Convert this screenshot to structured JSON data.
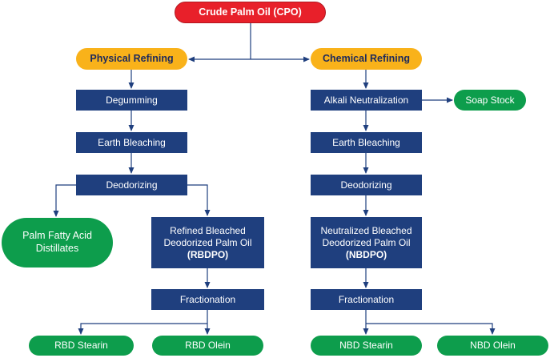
{
  "diagram": {
    "nodes": {
      "crude_palm_oil": "Crude Palm Oil (CPO)",
      "physical_refining": "Physical Refining",
      "chemical_refining": "Chemical Refining",
      "degumming": "Degumming",
      "physical_earth_bleaching": "Earth Bleaching",
      "physical_deodorizing": "Deodorizing",
      "palm_fatty_acid_distillates": {
        "line1": "Palm Fatty Acid",
        "line2": "Distillates"
      },
      "rbdpo": {
        "line1": "Refined Bleached",
        "line2": "Deodorized Palm Oil",
        "line3": "(RBDPO)"
      },
      "physical_fractionation": "Fractionation",
      "rbd_stearin": "RBD Stearin",
      "rbd_olein": "RBD Olein",
      "alkali_neutralization": "Alkali Neutralization",
      "soap_stock": "Soap Stock",
      "chemical_earth_bleaching": "Earth Bleaching",
      "chemical_deodorizing": "Deodorizing",
      "nbdpo": {
        "line1": "Neutralized Bleached",
        "line2": "Deodorized Palm Oil",
        "line3": "(NBDPO)"
      },
      "chemical_fractionation": "Fractionation",
      "nbd_stearin": "NBD Stearin",
      "nbd_olein": "NBD Olein"
    },
    "edges": [
      [
        "crude_palm_oil",
        "physical_refining"
      ],
      [
        "crude_palm_oil",
        "chemical_refining"
      ],
      [
        "physical_refining",
        "degumming"
      ],
      [
        "degumming",
        "physical_earth_bleaching"
      ],
      [
        "physical_earth_bleaching",
        "physical_deodorizing"
      ],
      [
        "physical_deodorizing",
        "palm_fatty_acid_distillates"
      ],
      [
        "physical_deodorizing",
        "rbdpo"
      ],
      [
        "rbdpo",
        "physical_fractionation"
      ],
      [
        "physical_fractionation",
        "rbd_stearin"
      ],
      [
        "physical_fractionation",
        "rbd_olein"
      ],
      [
        "chemical_refining",
        "alkali_neutralization"
      ],
      [
        "alkali_neutralization",
        "soap_stock"
      ],
      [
        "alkali_neutralization",
        "chemical_earth_bleaching"
      ],
      [
        "chemical_earth_bleaching",
        "chemical_deodorizing"
      ],
      [
        "chemical_deodorizing",
        "nbdpo"
      ],
      [
        "nbdpo",
        "chemical_fractionation"
      ],
      [
        "chemical_fractionation",
        "nbd_stearin"
      ],
      [
        "chemical_fractionation",
        "nbd_olein"
      ]
    ],
    "colors": {
      "source": "#e8202a",
      "refining_route": "#f9b21a",
      "process_step": "#1f3f7e",
      "product": "#0d9d4c",
      "connector": "#1f3f7e"
    }
  }
}
